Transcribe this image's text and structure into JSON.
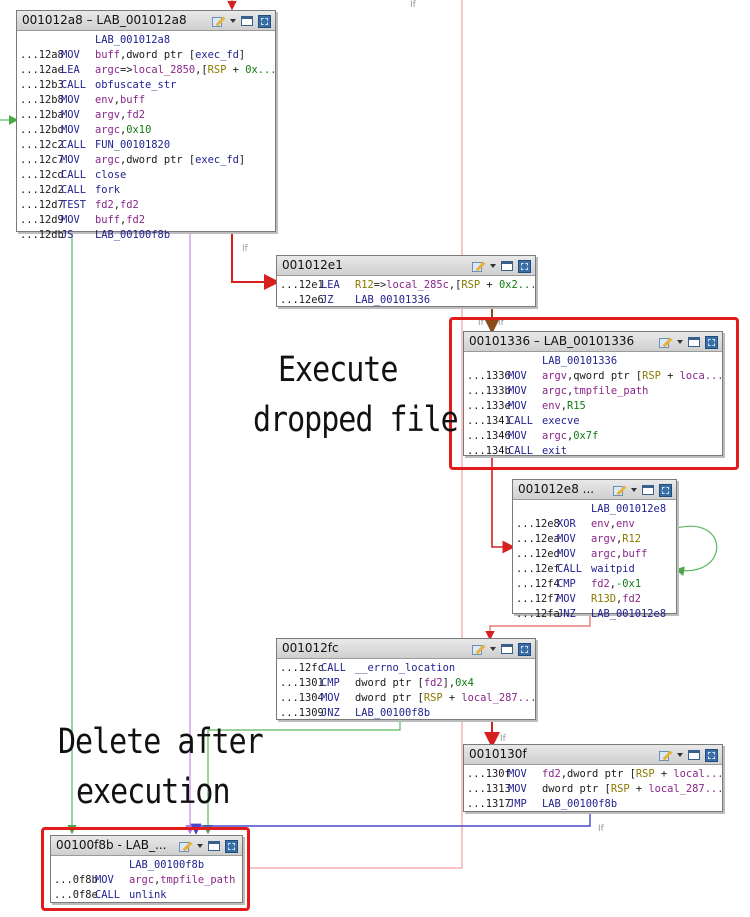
{
  "blocks": {
    "b12a8": {
      "title": "001012a8 – LAB_001012a8",
      "lines": [
        {
          "label": "LAB_001012a8"
        },
        {
          "addr": "...12a8",
          "mn": "MOV",
          "ops": [
            {
              "t": "buff",
              "c": "reg"
            },
            {
              "t": ",dword ptr [",
              "c": "plain"
            },
            {
              "t": "exec_fd",
              "c": "sym"
            },
            {
              "t": "]",
              "c": "plain"
            }
          ]
        },
        {
          "addr": "...12ae",
          "mn": "LEA",
          "ops": [
            {
              "t": "argc",
              "c": "reg"
            },
            {
              "t": "=>",
              "c": "plain"
            },
            {
              "t": "local_2850",
              "c": "reg"
            },
            {
              "t": ",[",
              "c": "plain"
            },
            {
              "t": "RSP",
              "c": "olive"
            },
            {
              "t": " + ",
              "c": "plain"
            },
            {
              "t": "0x...",
              "c": "num"
            }
          ]
        },
        {
          "addr": "...12b3",
          "mn": "CALL",
          "ops": [
            {
              "t": "obfuscate_str",
              "c": "sym"
            }
          ]
        },
        {
          "addr": "...12b8",
          "mn": "MOV",
          "ops": [
            {
              "t": "env",
              "c": "reg"
            },
            {
              "t": ",",
              "c": "plain"
            },
            {
              "t": "buff",
              "c": "reg"
            }
          ]
        },
        {
          "addr": "...12ba",
          "mn": "MOV",
          "ops": [
            {
              "t": "argv",
              "c": "reg"
            },
            {
              "t": ",",
              "c": "plain"
            },
            {
              "t": "fd2",
              "c": "reg"
            }
          ]
        },
        {
          "addr": "...12bd",
          "mn": "MOV",
          "ops": [
            {
              "t": "argc",
              "c": "reg"
            },
            {
              "t": ",",
              "c": "plain"
            },
            {
              "t": "0x10",
              "c": "num"
            }
          ]
        },
        {
          "addr": "...12c2",
          "mn": "CALL",
          "ops": [
            {
              "t": "FUN_00101820",
              "c": "sym"
            }
          ]
        },
        {
          "addr": "...12c7",
          "mn": "MOV",
          "ops": [
            {
              "t": "argc",
              "c": "reg"
            },
            {
              "t": ",dword ptr [",
              "c": "plain"
            },
            {
              "t": "exec_fd",
              "c": "sym"
            },
            {
              "t": "]",
              "c": "plain"
            }
          ]
        },
        {
          "addr": "...12cd",
          "mn": "CALL",
          "ops": [
            {
              "t": "close",
              "c": "sym"
            }
          ]
        },
        {
          "addr": "...12d2",
          "mn": "CALL",
          "ops": [
            {
              "t": "fork",
              "c": "sym"
            }
          ]
        },
        {
          "addr": "...12d7",
          "mn": "TEST",
          "ops": [
            {
              "t": "fd2",
              "c": "reg"
            },
            {
              "t": ",",
              "c": "plain"
            },
            {
              "t": "fd2",
              "c": "reg"
            }
          ]
        },
        {
          "addr": "...12d9",
          "mn": "MOV",
          "ops": [
            {
              "t": "buff",
              "c": "reg"
            },
            {
              "t": ",",
              "c": "plain"
            },
            {
              "t": "fd2",
              "c": "reg"
            }
          ]
        },
        {
          "addr": "...12db",
          "mn": "JS",
          "ops": [
            {
              "t": "LAB_00100f8b",
              "c": "sym"
            }
          ]
        }
      ]
    },
    "b12e1": {
      "title": "001012e1",
      "lines": [
        {
          "addr": "...12e1",
          "mn": "LEA",
          "ops": [
            {
              "t": "R12",
              "c": "olive"
            },
            {
              "t": "=>",
              "c": "plain"
            },
            {
              "t": "local_285c",
              "c": "reg"
            },
            {
              "t": ",[",
              "c": "plain"
            },
            {
              "t": "RSP",
              "c": "olive"
            },
            {
              "t": " + ",
              "c": "plain"
            },
            {
              "t": "0x2...",
              "c": "num"
            }
          ]
        },
        {
          "addr": "...12e6",
          "mn": "JZ",
          "ops": [
            {
              "t": "LAB_00101336",
              "c": "sym"
            }
          ]
        }
      ]
    },
    "b1336": {
      "title": "00101336 – LAB_00101336",
      "lines": [
        {
          "label": "LAB_00101336"
        },
        {
          "addr": "...1336",
          "mn": "MOV",
          "ops": [
            {
              "t": "argv",
              "c": "reg"
            },
            {
              "t": ",qword ptr [",
              "c": "plain"
            },
            {
              "t": "RSP",
              "c": "olive"
            },
            {
              "t": " + ",
              "c": "plain"
            },
            {
              "t": "loca...",
              "c": "reg"
            }
          ]
        },
        {
          "addr": "...133b",
          "mn": "MOV",
          "ops": [
            {
              "t": "argc",
              "c": "reg"
            },
            {
              "t": ",",
              "c": "plain"
            },
            {
              "t": "tmpfile_path",
              "c": "reg"
            }
          ]
        },
        {
          "addr": "...133e",
          "mn": "MOV",
          "ops": [
            {
              "t": "env",
              "c": "reg"
            },
            {
              "t": ",",
              "c": "plain"
            },
            {
              "t": "R15",
              "c": "num"
            }
          ]
        },
        {
          "addr": "...1341",
          "mn": "CALL",
          "ops": [
            {
              "t": "execve",
              "c": "sym"
            }
          ]
        },
        {
          "addr": "...1346",
          "mn": "MOV",
          "ops": [
            {
              "t": "argc",
              "c": "reg"
            },
            {
              "t": ",",
              "c": "plain"
            },
            {
              "t": "0x7f",
              "c": "num"
            }
          ]
        },
        {
          "addr": "...134b",
          "mn": "CALL",
          "ops": [
            {
              "t": "exit",
              "c": "sym"
            }
          ]
        }
      ]
    },
    "b12e8": {
      "title": "001012e8 ...",
      "lines": [
        {
          "label": "LAB_001012e8"
        },
        {
          "addr": "...12e8",
          "mn": "XOR",
          "ops": [
            {
              "t": "env",
              "c": "reg"
            },
            {
              "t": ",",
              "c": "plain"
            },
            {
              "t": "env",
              "c": "reg"
            }
          ]
        },
        {
          "addr": "...12ea",
          "mn": "MOV",
          "ops": [
            {
              "t": "argv",
              "c": "reg"
            },
            {
              "t": ",",
              "c": "plain"
            },
            {
              "t": "R12",
              "c": "olive"
            }
          ]
        },
        {
          "addr": "...12ed",
          "mn": "MOV",
          "ops": [
            {
              "t": "argc",
              "c": "reg"
            },
            {
              "t": ",",
              "c": "plain"
            },
            {
              "t": "buff",
              "c": "reg"
            }
          ]
        },
        {
          "addr": "...12ef",
          "mn": "CALL",
          "ops": [
            {
              "t": "waitpid",
              "c": "sym"
            }
          ]
        },
        {
          "addr": "...12f4",
          "mn": "CMP",
          "ops": [
            {
              "t": "fd2",
              "c": "reg"
            },
            {
              "t": ",",
              "c": "plain"
            },
            {
              "t": "-0x1",
              "c": "num"
            }
          ]
        },
        {
          "addr": "...12f7",
          "mn": "MOV",
          "ops": [
            {
              "t": "R13D",
              "c": "olive"
            },
            {
              "t": ",",
              "c": "plain"
            },
            {
              "t": "fd2",
              "c": "reg"
            }
          ]
        },
        {
          "addr": "...12fa",
          "mn": "JNZ",
          "ops": [
            {
              "t": "LAB_001012e8",
              "c": "sym"
            }
          ]
        }
      ]
    },
    "b12fc": {
      "title": "001012fc",
      "lines": [
        {
          "addr": "...12fc",
          "mn": "CALL",
          "ops": [
            {
              "t": "__errno_location",
              "c": "sym"
            }
          ]
        },
        {
          "addr": "...1301",
          "mn": "CMP",
          "ops": [
            {
              "t": "dword ptr [",
              "c": "plain"
            },
            {
              "t": "fd2",
              "c": "reg"
            },
            {
              "t": "],",
              "c": "plain"
            },
            {
              "t": "0x4",
              "c": "num"
            }
          ]
        },
        {
          "addr": "...1304",
          "mn": "MOV",
          "ops": [
            {
              "t": "dword ptr [",
              "c": "plain"
            },
            {
              "t": "RSP",
              "c": "olive"
            },
            {
              "t": " + ",
              "c": "plain"
            },
            {
              "t": "local_287...",
              "c": "reg"
            }
          ]
        },
        {
          "addr": "...1309",
          "mn": "JNZ",
          "ops": [
            {
              "t": "LAB_00100f8b",
              "c": "sym"
            }
          ]
        }
      ]
    },
    "b130f": {
      "title": "0010130f",
      "lines": [
        {
          "addr": "...130f",
          "mn": "MOV",
          "ops": [
            {
              "t": "fd2",
              "c": "reg"
            },
            {
              "t": ",dword ptr [",
              "c": "plain"
            },
            {
              "t": "RSP",
              "c": "olive"
            },
            {
              "t": " + ",
              "c": "plain"
            },
            {
              "t": "local...",
              "c": "reg"
            }
          ]
        },
        {
          "addr": "...1313",
          "mn": "MOV",
          "ops": [
            {
              "t": "dword ptr [",
              "c": "plain"
            },
            {
              "t": "RSP",
              "c": "olive"
            },
            {
              "t": " + ",
              "c": "plain"
            },
            {
              "t": "local_287...",
              "c": "reg"
            }
          ]
        },
        {
          "addr": "...1317",
          "mn": "JMP",
          "ops": [
            {
              "t": "LAB_00100f8b",
              "c": "sym"
            }
          ]
        }
      ]
    },
    "b0f8b": {
      "title": "00100f8b - LAB_...",
      "lines": [
        {
          "label": "LAB_00100f8b"
        },
        {
          "addr": "...0f8b",
          "mn": "MOV",
          "ops": [
            {
              "t": "argc",
              "c": "reg"
            },
            {
              "t": ",",
              "c": "plain"
            },
            {
              "t": "tmpfile_path",
              "c": "reg"
            }
          ]
        },
        {
          "addr": "...0f8e",
          "mn": "CALL",
          "ops": [
            {
              "t": "unlink",
              "c": "sym"
            }
          ]
        }
      ]
    }
  },
  "annotations": {
    "execute_line1": "Execute",
    "execute_line2": "dropped file",
    "delete_line1": "Delete after",
    "delete_line2": "execution"
  },
  "edge_labels": {
    "if": "If",
    "iff": "If"
  },
  "colors": {
    "highlight": "#e21b1b",
    "edge_true": "#5cb85c",
    "edge_false": "#e06060",
    "edge_uncond": "#5a5ad6",
    "edge_purple": "#c58ae6",
    "edge_pink": "#f0a0a0"
  }
}
